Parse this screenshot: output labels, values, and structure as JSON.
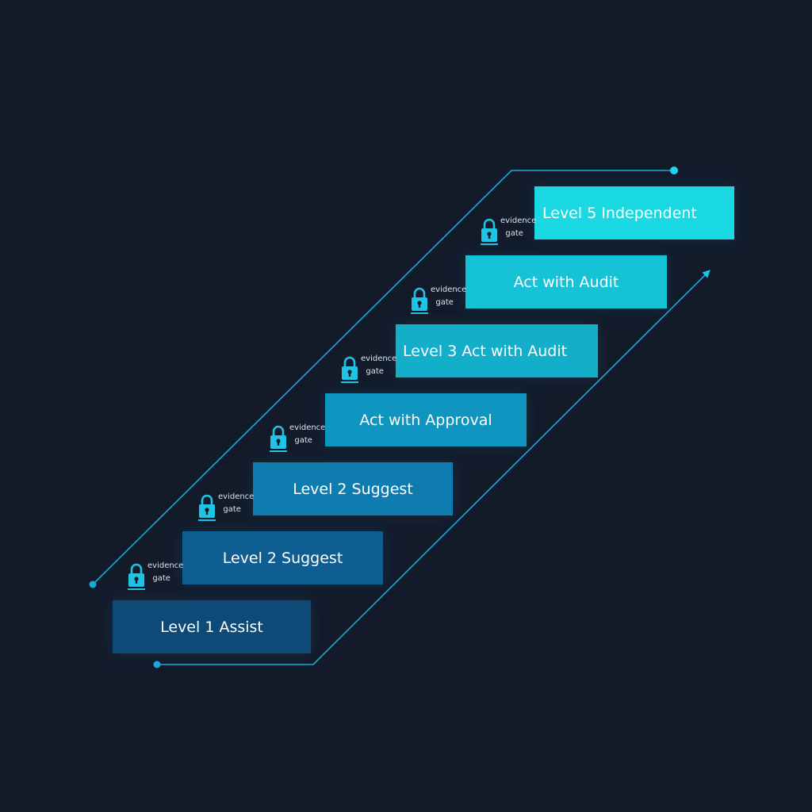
{
  "colors": {
    "background": "#131b2b",
    "line": "#1aa9d8",
    "lock": "#1fc4e4"
  },
  "steps": [
    {
      "label": "Level 1 Assist",
      "color": "#0d4a78"
    },
    {
      "label": "Level 2 Suggest",
      "color": "#0e5e92"
    },
    {
      "label": "Level 2 Suggest",
      "color": "#0f7cb0"
    },
    {
      "label": "Act with Approval",
      "color": "#1095c0"
    },
    {
      "label": "Level 3 Act with Audit",
      "color": "#13aeca"
    },
    {
      "label": "Act with Audit",
      "color": "#15c2d6"
    },
    {
      "label": "Level 5 Independent",
      "color": "#1bd9e2"
    }
  ],
  "gates": [
    {
      "line1": "evidence",
      "line2": "gate",
      "icon": "padlock-icon"
    },
    {
      "line1": "evidence",
      "line2": "gate",
      "icon": "padlock-icon"
    },
    {
      "line1": "evidence",
      "line2": "gate",
      "icon": "padlock-icon"
    },
    {
      "line1": "evidence",
      "line2": "gate",
      "icon": "padlock-icon"
    },
    {
      "line1": "evidence",
      "line2": "gate",
      "icon": "padlock-icon"
    },
    {
      "line1": "evidence",
      "line2": "gate",
      "icon": "padlock-icon"
    }
  ]
}
